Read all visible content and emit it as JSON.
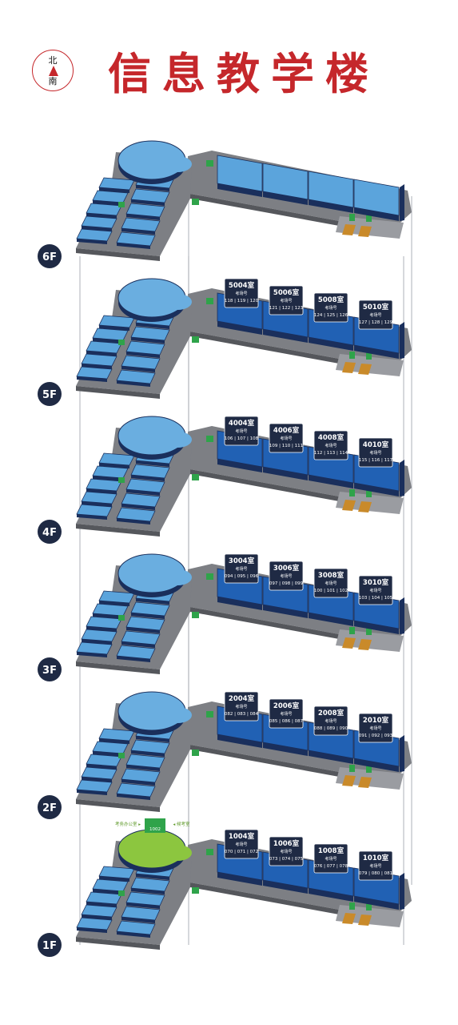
{
  "title": "信息教学楼",
  "compass": {
    "north": "北",
    "south": "南"
  },
  "colors": {
    "accent": "#c5272b",
    "room_light": "#5ba4dc",
    "room_dark": "#2161b4",
    "side_dark": "#1a2f5c",
    "floor_grey": "#7d7f84",
    "label_bg": "#1f2a44",
    "atrium_green": "#8cc63f",
    "exit_green": "#2fa34a",
    "stair_orange": "#c98a2a"
  },
  "floors": [
    {
      "label": "6F",
      "rooms": []
    },
    {
      "label": "5F",
      "rooms": [
        {
          "name": "5004室",
          "seat": "考场号",
          "nums": "118 | 119 | 120"
        },
        {
          "name": "5006室",
          "seat": "考场号",
          "nums": "121 | 122 | 123"
        },
        {
          "name": "5008室",
          "seat": "考场号",
          "nums": "124 | 125 | 126"
        },
        {
          "name": "5010室",
          "seat": "考场号",
          "nums": "127 | 128 | 129"
        }
      ]
    },
    {
      "label": "4F",
      "rooms": [
        {
          "name": "4004室",
          "seat": "考场号",
          "nums": "106 | 107 | 108"
        },
        {
          "name": "4006室",
          "seat": "考场号",
          "nums": "109 | 110 | 111"
        },
        {
          "name": "4008室",
          "seat": "考场号",
          "nums": "112 | 113 | 114"
        },
        {
          "name": "4010室",
          "seat": "考场号",
          "nums": "115 | 116 | 117"
        }
      ]
    },
    {
      "label": "3F",
      "rooms": [
        {
          "name": "3004室",
          "seat": "考场号",
          "nums": "094 | 095 | 096"
        },
        {
          "name": "3006室",
          "seat": "考场号",
          "nums": "097 | 098 | 099"
        },
        {
          "name": "3008室",
          "seat": "考场号",
          "nums": "100 | 101 | 102"
        },
        {
          "name": "3010室",
          "seat": "考场号",
          "nums": "103 | 104 | 105"
        }
      ]
    },
    {
      "label": "2F",
      "rooms": [
        {
          "name": "2004室",
          "seat": "考场号",
          "nums": "082 | 083 | 084"
        },
        {
          "name": "2006室",
          "seat": "考场号",
          "nums": "085 | 086 | 087"
        },
        {
          "name": "2008室",
          "seat": "考场号",
          "nums": "088 | 089 | 090"
        },
        {
          "name": "2010室",
          "seat": "考场号",
          "nums": "091 | 092 | 093"
        }
      ]
    },
    {
      "label": "1F",
      "rooms": [
        {
          "name": "1004室",
          "seat": "考场号",
          "nums": "070 | 071 | 072"
        },
        {
          "name": "1006室",
          "seat": "考场号",
          "nums": "073 | 074 | 075"
        },
        {
          "name": "1008室",
          "seat": "考场号",
          "nums": "076 | 077 | 078"
        },
        {
          "name": "1010室",
          "seat": "考场号",
          "nums": "079 | 080 | 081"
        }
      ]
    }
  ],
  "ground_floor_signs": {
    "left": "考务办公室",
    "right": "候考室",
    "room": "1002"
  }
}
